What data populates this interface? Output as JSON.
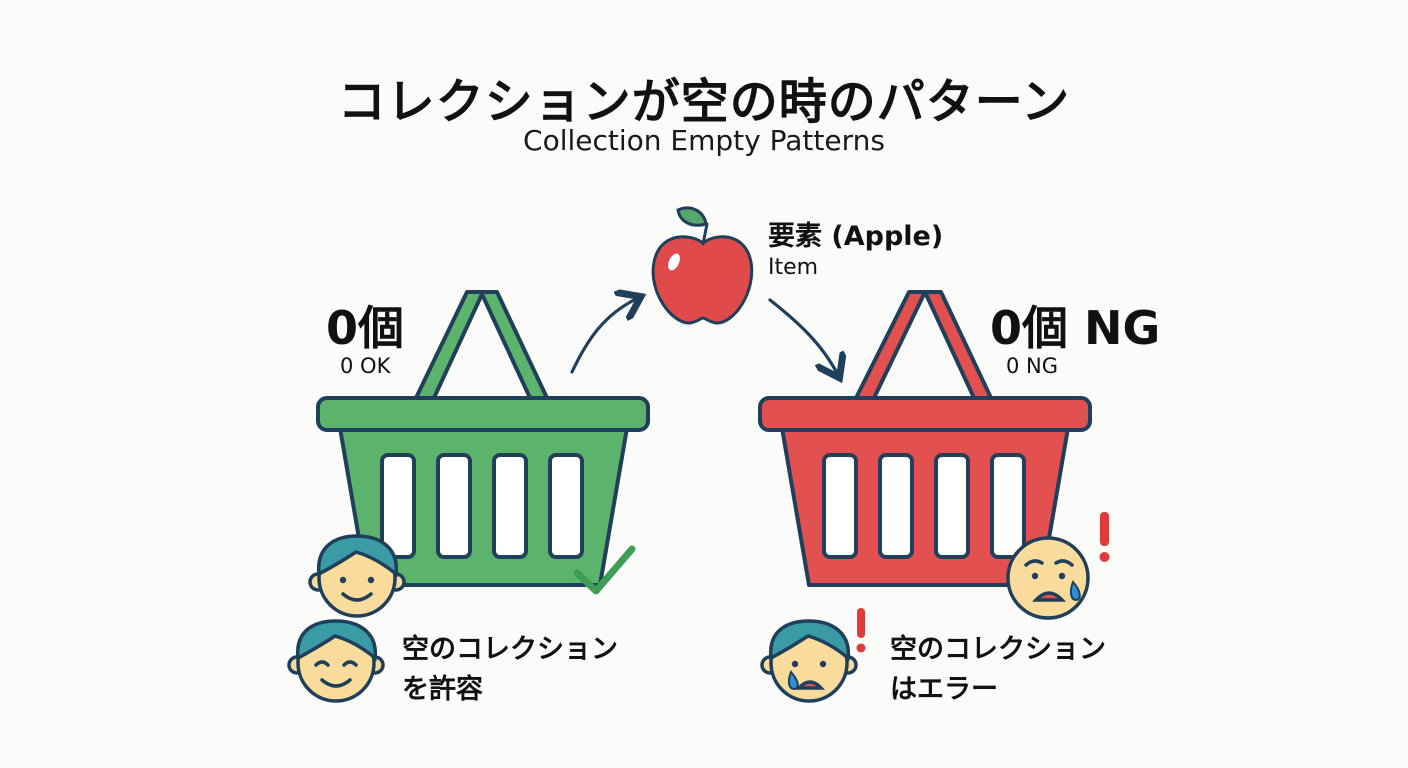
{
  "header": {
    "title": "コレクションが空の時のパターン",
    "subtitle": "Collection Empty Patterns"
  },
  "item": {
    "label": "要素 (Apple)",
    "sublabel": "Item"
  },
  "left": {
    "count": "0個",
    "status": "0 OK",
    "caption_line1": "空のコレクション",
    "caption_line2": "を許容",
    "color": "#5cb36b"
  },
  "right": {
    "count": "0個 NG",
    "status": "0 NG",
    "caption_line1": "空のコレクション",
    "caption_line2": "はエラー",
    "color": "#e2514f"
  },
  "colors": {
    "outline": "#1f3f5b",
    "face": "#f9dc9c",
    "hair": "#3a9aa6",
    "apple": "#e04a4a",
    "leaf": "#57a86b",
    "alert": "#e03a3a",
    "tear": "#2f8fd0"
  }
}
